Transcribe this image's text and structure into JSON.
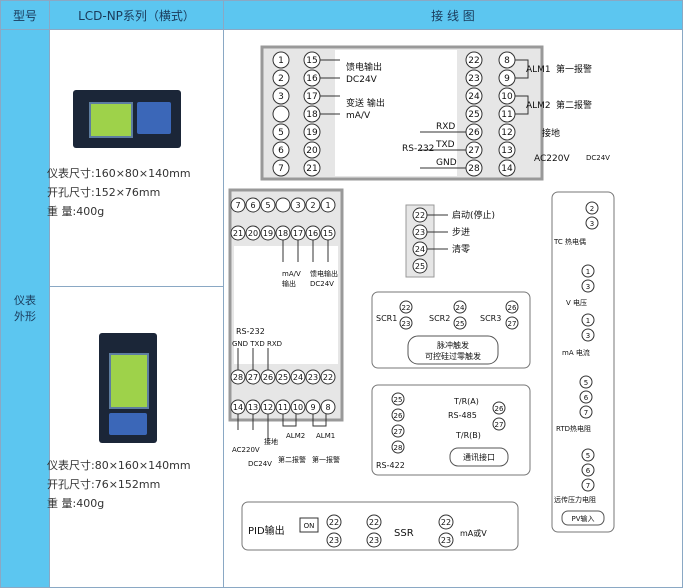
{
  "header": {
    "col1": "型号",
    "col2": "LCD-NP系列（横式）",
    "col3": "接 线 图"
  },
  "side_label": "仪表外形",
  "product1": {
    "size": "仪表尺寸:160×80×140mm",
    "cutout": "开孔尺寸:152×76mm",
    "weight": "重 量:400g"
  },
  "product2": {
    "size": "仪表尺寸:80×160×140mm",
    "cutout": "开孔尺寸:76×152mm",
    "weight": "重 量:400g"
  },
  "diag": {
    "left_col": [
      "1",
      "2",
      "3",
      "",
      "5",
      "6",
      "7"
    ],
    "mid_col": [
      "15",
      "16",
      "17",
      "18",
      "19",
      "20",
      "21"
    ],
    "right_col1": [
      "22",
      "23",
      "24",
      "25",
      "26",
      "27",
      "28"
    ],
    "right_col2": [
      "8",
      "9",
      "10",
      "11",
      "12",
      "13",
      "14"
    ],
    "feed_out": "馈电输出",
    "dc24": "DC24V",
    "transmit": "变送 输出",
    "ma_v": "mA/V",
    "rs232": "RS-232",
    "rxd": "RXD",
    "txd": "TXD",
    "gnd": "GND",
    "alm1": "ALM1",
    "alm1_text": "第一报警",
    "alm2": "ALM2",
    "alm2_text": "第二报警",
    "ground": "接地",
    "ac220": "AC220V",
    "dc24_small": "DC24V",
    "v_top": [
      "7",
      "6",
      "5",
      "",
      "3",
      "2",
      "1"
    ],
    "v_row2": [
      "21",
      "20",
      "19",
      "18",
      "17",
      "16",
      "15"
    ],
    "v_row3": [
      "28",
      "27",
      "26",
      "25",
      "24",
      "23",
      "22"
    ],
    "v_row4": [
      "14",
      "13",
      "12",
      "11",
      "10",
      "9",
      "8"
    ],
    "v_mav": "mA/V",
    "v_out": "输出",
    "v_feed": "馈电输出",
    "v_dc24": "DC24V",
    "v_rs232": "RS-232",
    "v_gnd_txd_rxd": "GND TXD RXD",
    "v_ac220": "AC220V",
    "v_dc24b": "DC24V",
    "v_ground": "接地",
    "v_alm2": "ALM2",
    "v_alm1": "ALM1",
    "v_alm2_text": "第二报警",
    "v_alm1_text": "第一报警",
    "ctrl_nums": [
      "22",
      "23",
      "24",
      "25"
    ],
    "ctrl_start": "启动(停止)",
    "ctrl_step": "步进",
    "ctrl_clear": "清零",
    "scr1": "SCR1",
    "scr2": "SCR2",
    "scr3": "SCR3",
    "pulse": "脉冲触发",
    "zero_cross": "可控硅过零触发",
    "rs422": "RS-422",
    "rs485": "RS-485",
    "tr_a": "T/R(A)",
    "tr_b": "T/R(B)",
    "comm": "通讯接口",
    "pid_out": "PID输出",
    "on": "ON",
    "ssr": "SSR",
    "ma_or_v": "mA或V",
    "tc": "TC 热电偶",
    "v_volt": "V 电压",
    "ma_cur": "mA 电流",
    "rtd": "RTD热电阻",
    "remote": "远传压力电阻",
    "pv_in": "PV输入"
  }
}
